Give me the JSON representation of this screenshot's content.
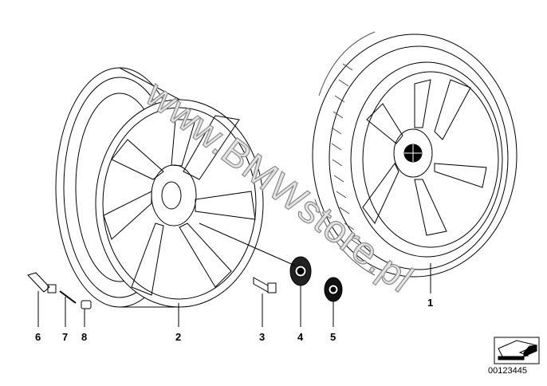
{
  "diagram": {
    "watermark": "www.BMWstore.pl",
    "diagram_code": "00123445",
    "part_labels": [
      "6",
      "7",
      "8",
      "2",
      "3",
      "4",
      "5",
      "1"
    ]
  }
}
